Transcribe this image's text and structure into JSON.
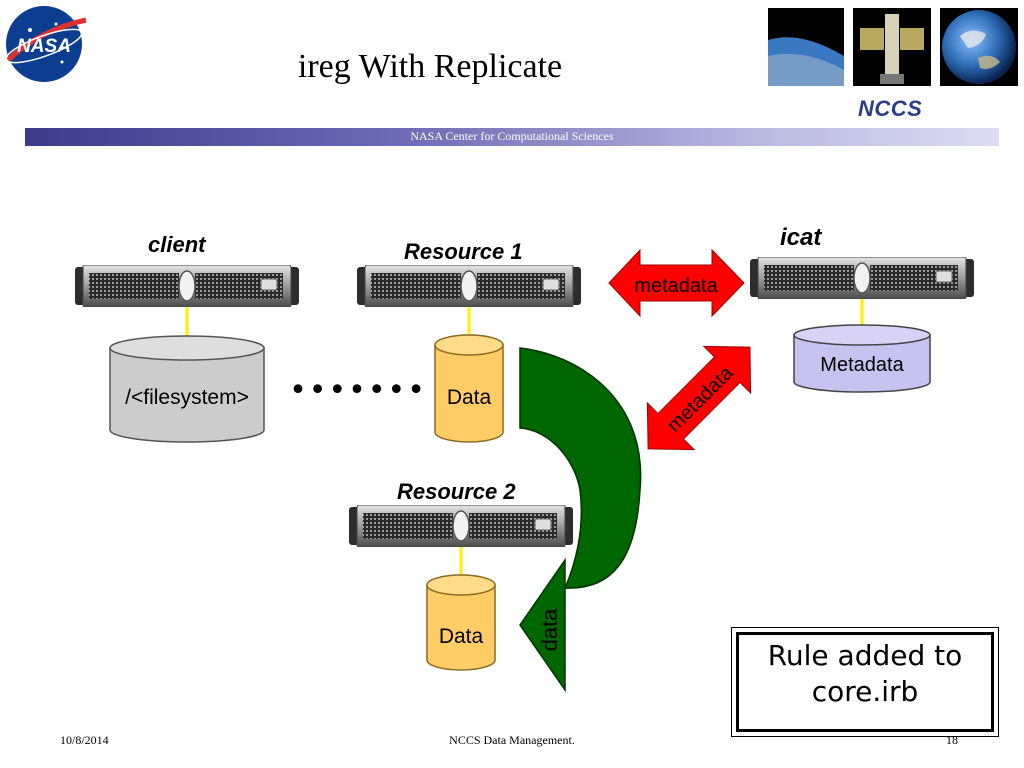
{
  "slide": {
    "title": "ireg With Replicate",
    "header_banner": "NASA Center for Computational Sciences",
    "brand_label": "NCCS",
    "logo_text": "NASA"
  },
  "diagram": {
    "nodes": {
      "client": {
        "label": "client",
        "storage_label": "/<filesystem>"
      },
      "resource1": {
        "label": "Resource 1",
        "storage_label": "Data"
      },
      "resource2": {
        "label": "Resource 2",
        "storage_label": "Data"
      },
      "icat": {
        "label": "icat",
        "storage_label": "Metadata"
      }
    },
    "ellipsis": "•••••••",
    "arrows": {
      "metadata_horizontal": "metadata",
      "metadata_diagonal": "metadata",
      "data_curve": "data"
    }
  },
  "callout": {
    "line1": "Rule added to",
    "line2": "core.irb"
  },
  "footer": {
    "date": "10/8/2014",
    "center": "NCCS Data Management.",
    "page": "18"
  },
  "colors": {
    "red_arrow": "#ff0000",
    "green_arrow": "#006600",
    "data_cyl": "#ffcc66",
    "meta_cyl": "#c8c2f0",
    "fs_cyl": "#cccccc"
  }
}
